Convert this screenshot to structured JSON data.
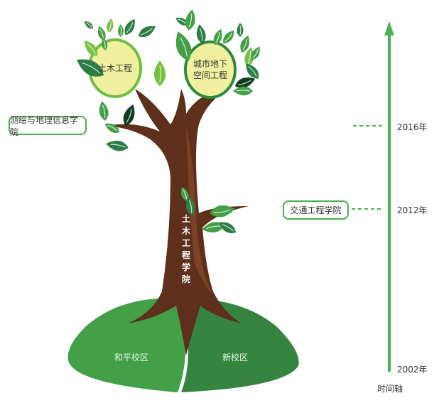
{
  "tree": {
    "trunk_label": "土木工程学院",
    "circles": [
      {
        "label": "土木工程"
      },
      {
        "label_line1": "城市地下",
        "label_line2": "空间工程"
      }
    ],
    "branches": [
      {
        "label": "测绘与地理信息学院"
      },
      {
        "label": "交通工程学院"
      }
    ]
  },
  "hill": {
    "left_label": "和平校区",
    "right_label": "新校区"
  },
  "timeline": {
    "axis_label": "时间轴",
    "years": [
      "2016年",
      "2012年",
      "2002年"
    ]
  },
  "colors": {
    "accent": "#4caf50",
    "trunk": "#5e2f1a",
    "hill_left": "#43a047",
    "hill_right": "#35843f",
    "circle_fill": "#f0f0a0"
  }
}
